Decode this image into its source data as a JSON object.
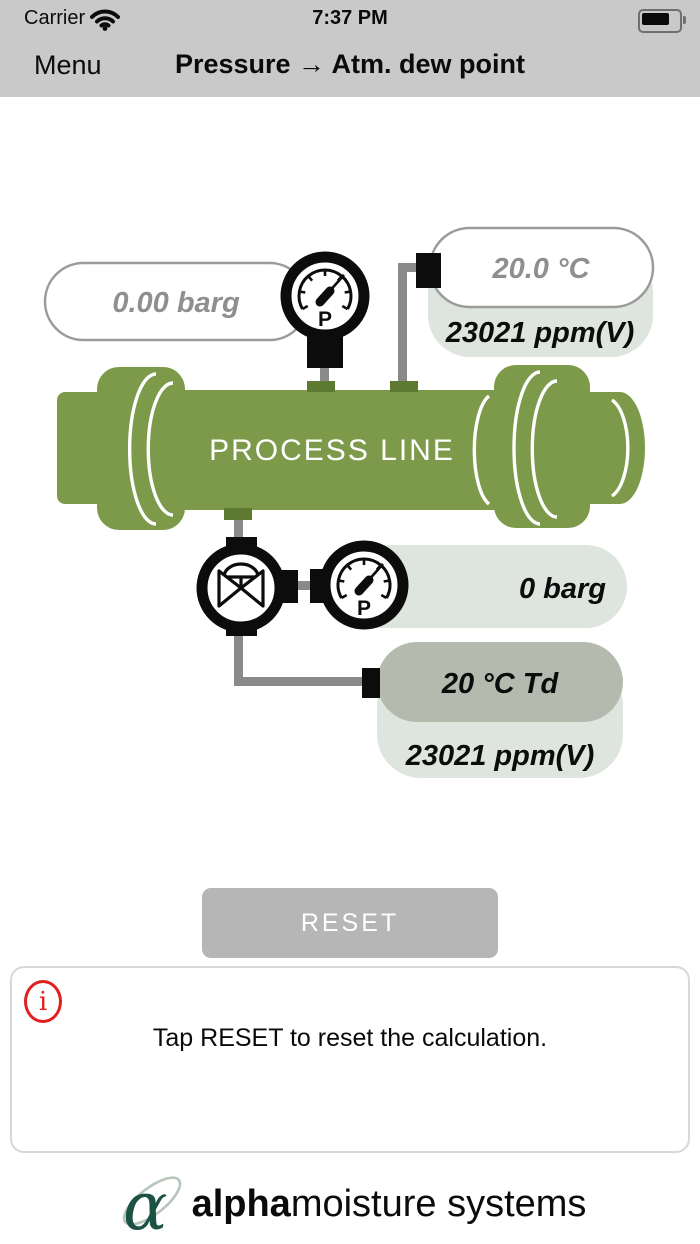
{
  "status_bar": {
    "carrier": "Carrier",
    "time": "7:37 PM"
  },
  "nav_bar": {
    "menu_label": "Menu",
    "title": "Pressure → Atm. dew point"
  },
  "diagram": {
    "process_line_label": "PROCESS LINE",
    "gauge_letter": "P",
    "inputs": {
      "line_pressure": "0.00 barg",
      "line_temperature": "20.0 °C"
    },
    "results": {
      "line_moisture": "23021 ppm(V)",
      "atm_pressure": "0 barg",
      "atm_dew_point": "20 °C Td",
      "atm_moisture": "23021 ppm(V)"
    },
    "colors": {
      "pipe_green": "#7d9a4b",
      "pipe_tab_green": "#5e7a31",
      "pill_light_green": "#dde5de",
      "pill_dark_green": "#b4bbae",
      "connector_gray": "#8a8a8a",
      "hardware_black": "#0c0c0c"
    }
  },
  "reset_button": {
    "label": "RESET"
  },
  "info_panel": {
    "icon_glyph": "i",
    "icon_color": "#e01f1f",
    "message": "Tap RESET to reset the calculation."
  },
  "footer": {
    "alpha_glyph": "α",
    "brand_bold": "alpha",
    "brand_regular": "moisture systems",
    "logo_green": "#1b5244"
  }
}
